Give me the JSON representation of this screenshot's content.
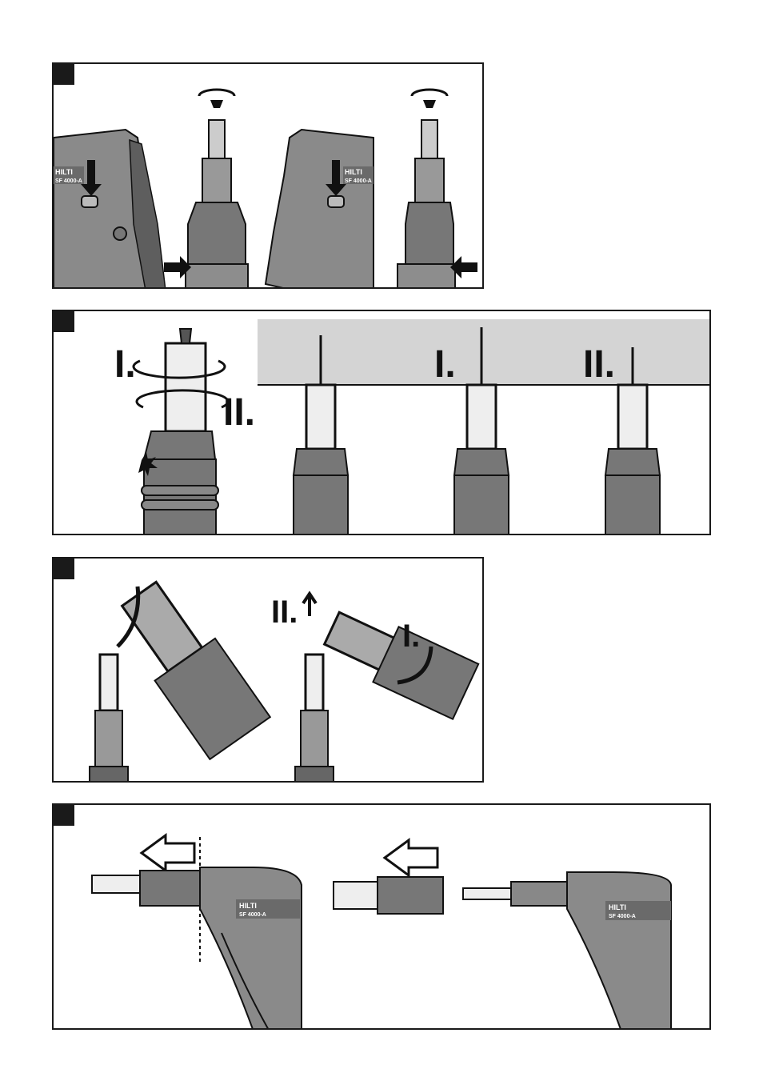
{
  "figures": [
    {
      "id": "fig1",
      "logos": [
        "HILTI",
        "SF 4000-A",
        "HILTI",
        "SF 4000-A"
      ]
    },
    {
      "id": "fig2",
      "steps": [
        "I.",
        "II.",
        "I.",
        "II."
      ]
    },
    {
      "id": "fig3",
      "steps": [
        "II.",
        "I."
      ]
    },
    {
      "id": "fig4",
      "logos": [
        "HILTI",
        "SF 4000-A",
        "HILTI",
        "SF 4000-A"
      ]
    }
  ],
  "colors": {
    "body": "#7a7a7a",
    "body_light": "#b3b3b3",
    "ceiling": "#d4d4d4",
    "outline": "#111111"
  }
}
